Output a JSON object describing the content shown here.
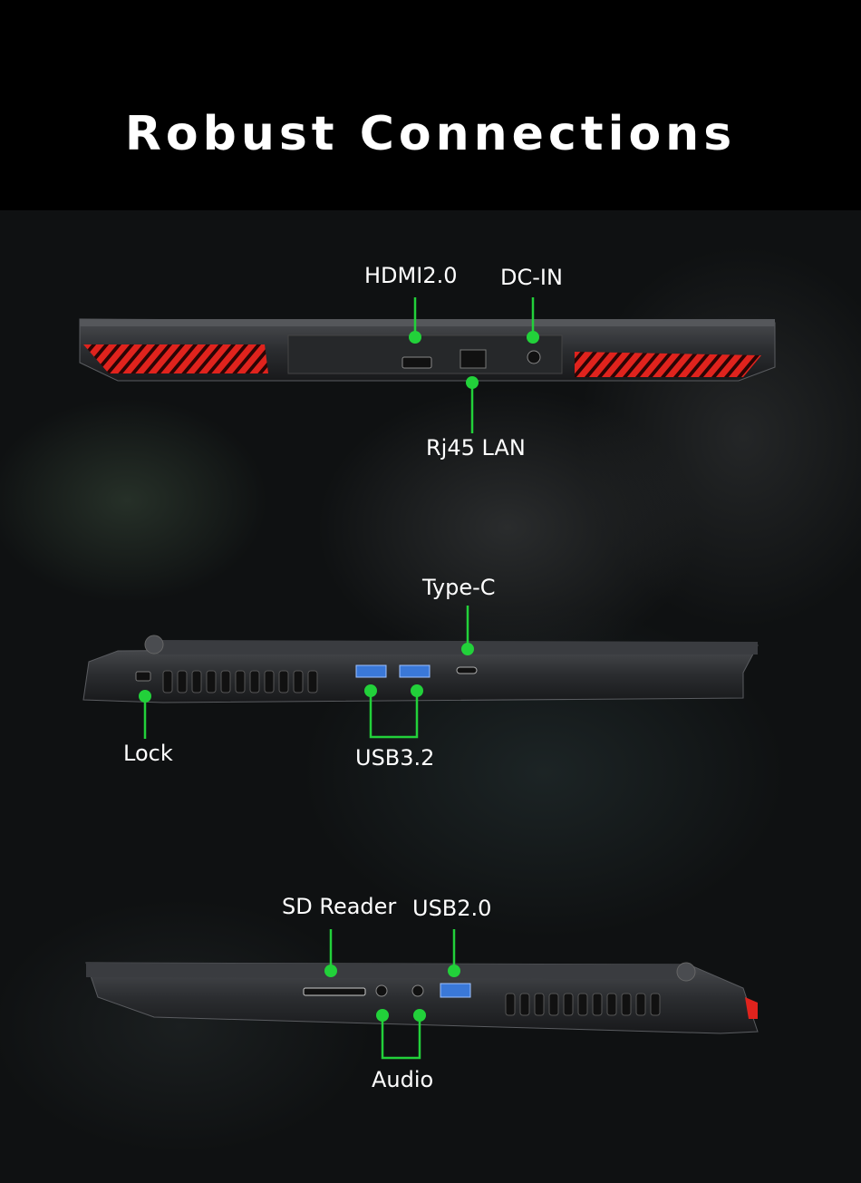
{
  "page": {
    "title": "Robust Connections"
  },
  "labels": {
    "hdmi": "HDMI2.0",
    "dc_in": "DC-IN",
    "rj45": "Rj45 LAN",
    "type_c": "Type-C",
    "lock": "Lock",
    "usb32": "USB3.2",
    "sd_reader": "SD Reader",
    "usb20": "USB2.0",
    "audio": "Audio"
  },
  "colors": {
    "accent_green": "#22d13a",
    "vent_red": "#e0231d",
    "usb_blue": "#3a78d8",
    "chassis": "#2c2e31"
  }
}
